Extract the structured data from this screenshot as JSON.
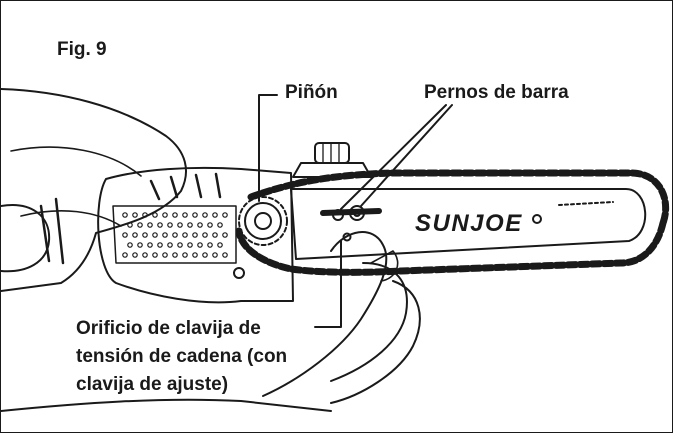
{
  "figure": {
    "title": "Fig. 9",
    "brand": "SUNJOE"
  },
  "labels": {
    "sprocket": "Piñón",
    "bar_bolts": "Pernos de barra",
    "tension_pin_lines": [
      "Orificio de clavija de",
      "tensión de cadena (con",
      "clavija de ajuste)"
    ]
  }
}
